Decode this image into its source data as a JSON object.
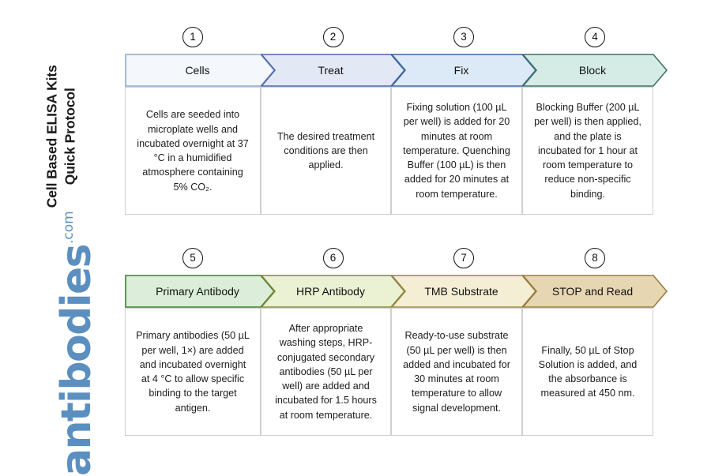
{
  "page": {
    "title_vertical": "Cell Based ELISA Kits\nQuick Protocol",
    "logo_word": "antibodies",
    "logo_domain": ".com",
    "logo_color": "#5B8FC0"
  },
  "rows": [
    {
      "id": "row1",
      "steps": [
        {
          "number": "1",
          "label": "Cells",
          "fill": "#F4F8FC",
          "stroke": "#8FA8C8",
          "description": "Cells are seeded into microplate wells and incubated overnight at 37 °C in a humidified atmosphere containing 5% CO₂."
        },
        {
          "number": "2",
          "label": "Treat",
          "fill": "#E3E8F5",
          "stroke": "#4A63A8",
          "description": "The desired treatment conditions are then applied."
        },
        {
          "number": "3",
          "label": "Fix",
          "fill": "#DCE9F7",
          "stroke": "#3D6A9E",
          "description": "Fixing solution (100 µL per well) is added for 20 minutes at room temperature. Quenching Buffer (100 µL) is then added for 20 minutes at room temperature."
        },
        {
          "number": "4",
          "label": "Block",
          "fill": "#D5ECE6",
          "stroke": "#3F6F68",
          "description": "Blocking Buffer (200 µL per well) is then applied, and the plate is incubated for 1 hour at room temperature to reduce non-specific binding."
        }
      ]
    },
    {
      "id": "row2",
      "steps": [
        {
          "number": "5",
          "label": "Primary Antibody",
          "fill": "#DCEEDA",
          "stroke": "#3E7A33",
          "description": "Primary antibodies (50 µL per well, 1×) are added and incubated overnight at 4 °C to allow specific binding to the target antigen."
        },
        {
          "number": "6",
          "label": "HRP Antibody",
          "fill": "#EBF1D3",
          "stroke": "#7E8A36",
          "description": "After appropriate washing steps, HRP-conjugated secondary antibodies (50 µL per well) are added and incubated for 1.5 hours at room temperature."
        },
        {
          "number": "7",
          "label": "TMB Substrate",
          "fill": "#F4EED4",
          "stroke": "#9A8540",
          "description": "Ready-to-use substrate (50 µL per well) is then added and incubated for 30 minutes at room temperature to allow signal development."
        },
        {
          "number": "8",
          "label": "STOP and Read",
          "fill": "#E6D6B2",
          "stroke": "#9A7B3E",
          "description": "Finally, 50 µL of Stop Solution is added, and the absorbance is measured at 450 nm."
        }
      ]
    }
  ],
  "geometry": {
    "step_widths": [
      172,
      165,
      166,
      166
    ],
    "notch": 18
  }
}
